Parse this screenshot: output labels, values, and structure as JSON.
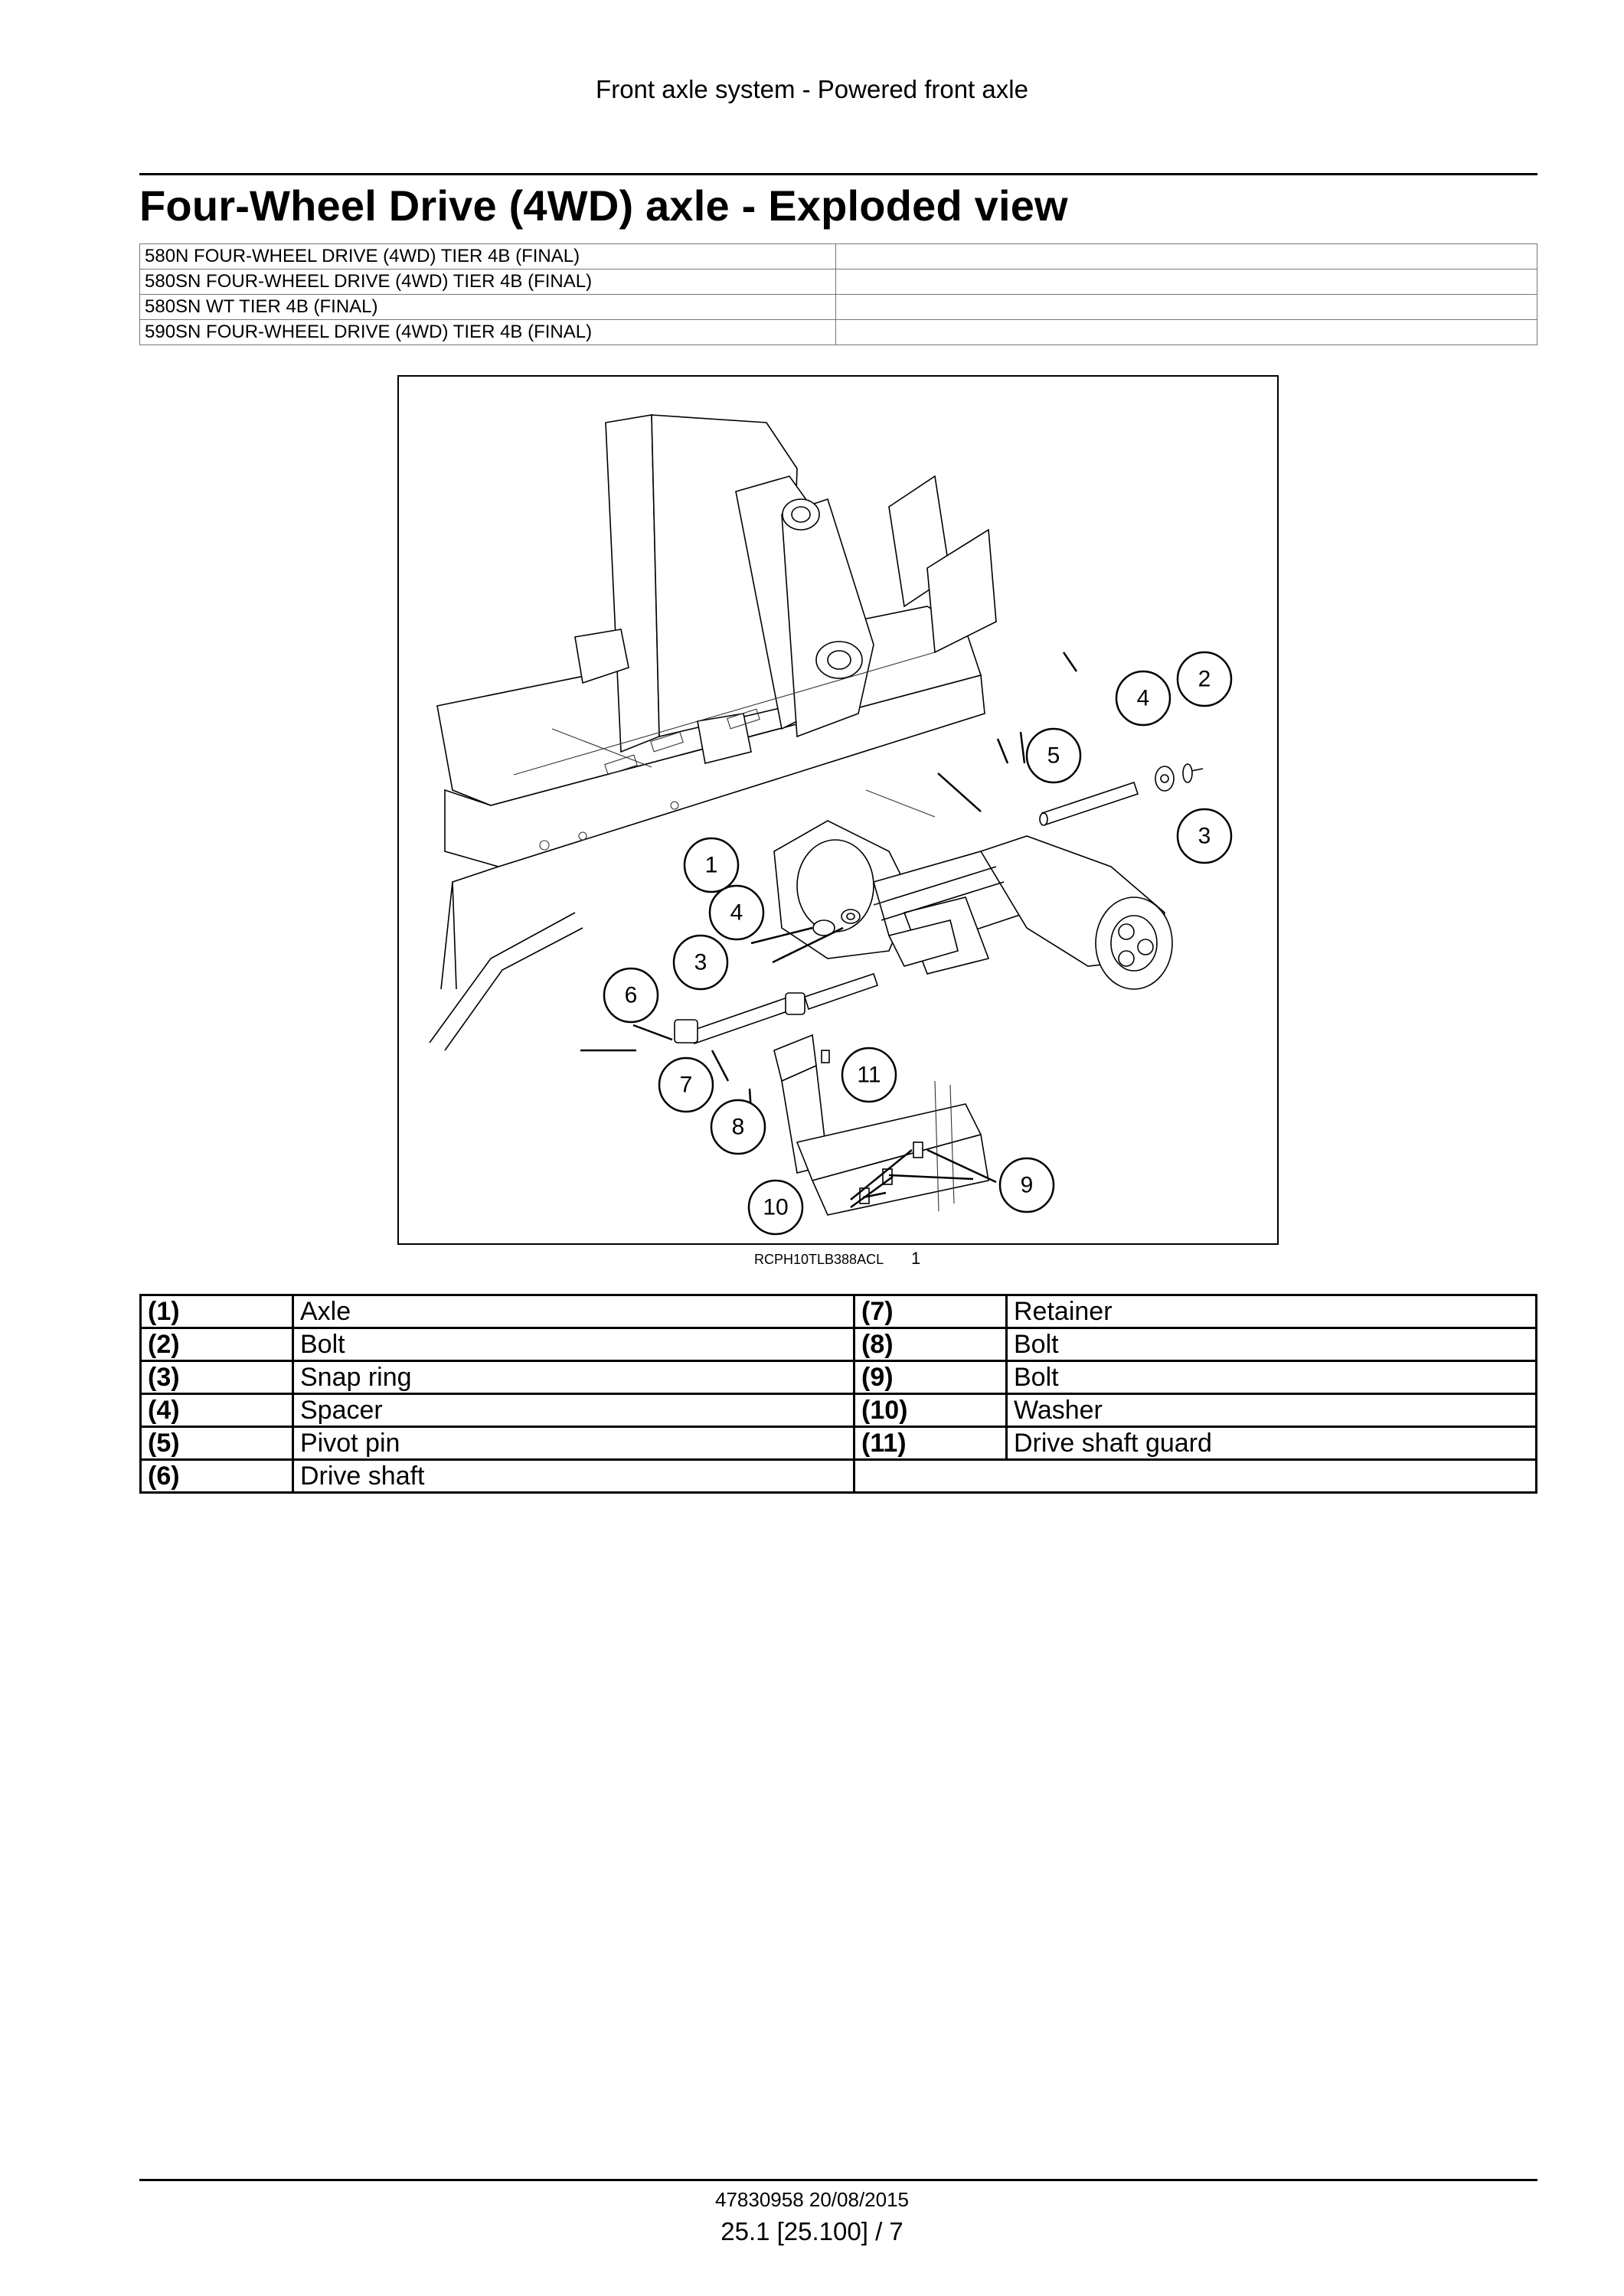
{
  "header": {
    "section": "Front axle system - Powered front axle"
  },
  "title": "Four-Wheel Drive (4WD) axle - Exploded view",
  "models": [
    "580N FOUR-WHEEL DRIVE (4WD) TIER 4B (FINAL)",
    "580SN FOUR-WHEEL DRIVE (4WD) TIER 4B (FINAL)",
    "580SN WT TIER 4B (FINAL)",
    "590SN FOUR-WHEEL DRIVE (4WD) TIER 4B (FINAL)"
  ],
  "figure": {
    "callouts": [
      "1",
      "2",
      "3",
      "3",
      "4",
      "4",
      "5",
      "6",
      "7",
      "8",
      "9",
      "10",
      "11"
    ],
    "caption": "RCPH10TLB388ACL",
    "number": "1"
  },
  "legend": [
    {
      "left_num": "(1)",
      "left_name": "Axle",
      "right_num": "(7)",
      "right_name": "Retainer"
    },
    {
      "left_num": "(2)",
      "left_name": "Bolt",
      "right_num": "(8)",
      "right_name": "Bolt"
    },
    {
      "left_num": "(3)",
      "left_name": "Snap ring",
      "right_num": "(9)",
      "right_name": "Bolt"
    },
    {
      "left_num": "(4)",
      "left_name": "Spacer",
      "right_num": "(10)",
      "right_name": "Washer"
    },
    {
      "left_num": "(5)",
      "left_name": "Pivot pin",
      "right_num": "(11)",
      "right_name": "Drive shaft guard"
    },
    {
      "left_num": "(6)",
      "left_name": "Drive shaft",
      "right_num": "",
      "right_name": ""
    }
  ],
  "footer": {
    "doc_id": "47830958 20/08/2015",
    "page": "25.1 [25.100] / 7"
  }
}
